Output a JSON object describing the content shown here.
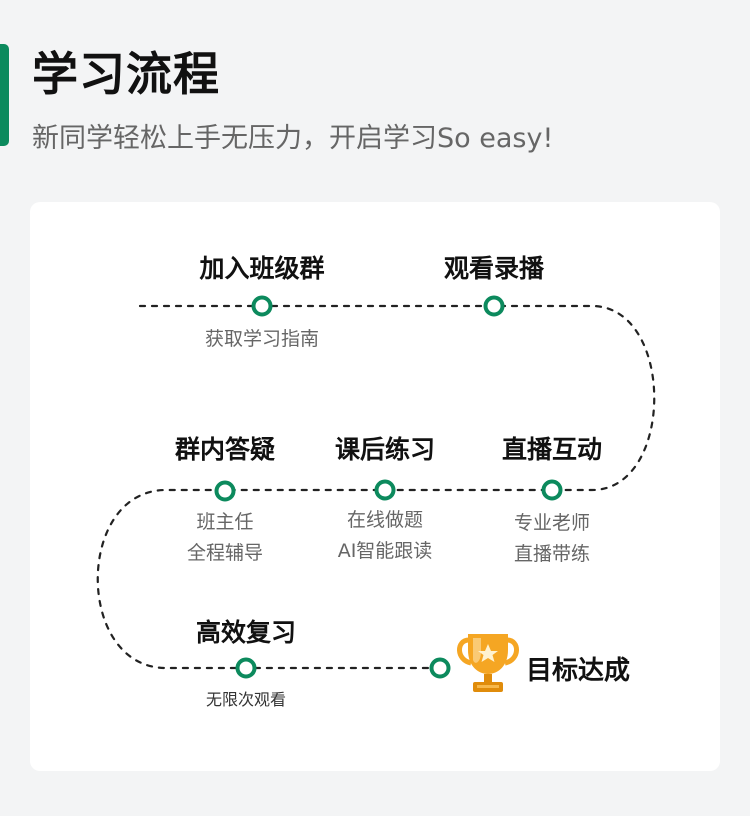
{
  "header": {
    "title": "学习流程",
    "subtitle": "新同学轻松上手无压力，开启学习So easy!"
  },
  "flow": {
    "steps": [
      {
        "title": "加入班级群",
        "desc_lines": [
          "获取学习指南"
        ]
      },
      {
        "title": "观看录播",
        "desc_lines": []
      },
      {
        "title": "直播互动",
        "desc_lines": [
          "专业老师",
          "直播带练"
        ]
      },
      {
        "title": "课后练习",
        "desc_lines": [
          "在线做题",
          "AI智能跟读"
        ]
      },
      {
        "title": "群内答疑",
        "desc_lines": [
          "班主任",
          "全程辅导"
        ]
      },
      {
        "title": "高效复习",
        "desc_lines": [
          "无限次观看"
        ]
      }
    ],
    "goal": {
      "label": "目标达成",
      "icon": "trophy-icon"
    }
  },
  "colors": {
    "accent": "#0c8a5d",
    "trophy": "#f5a623",
    "background": "#f3f4f5"
  }
}
